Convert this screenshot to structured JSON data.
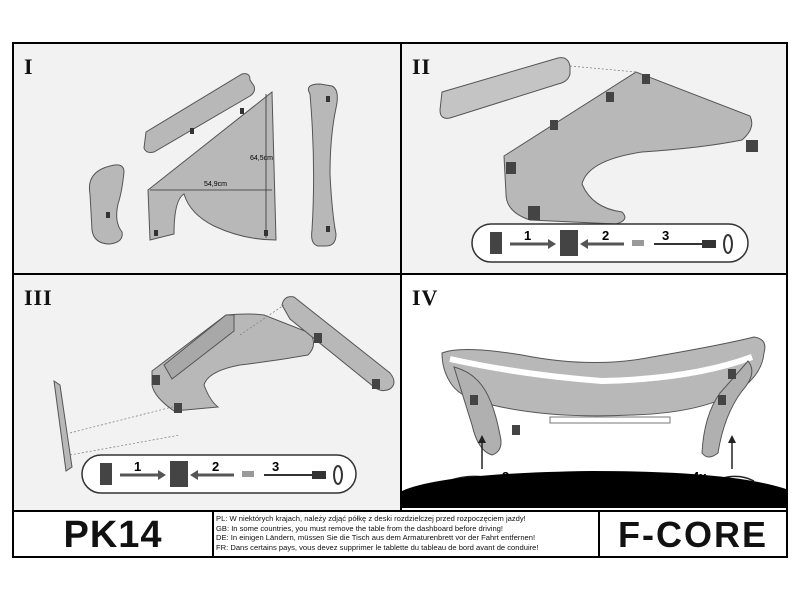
{
  "panels": [
    {
      "label": "I"
    },
    {
      "label": "II"
    },
    {
      "label": "III"
    },
    {
      "label": "IV"
    }
  ],
  "dimensions": {
    "width": "54,9cm",
    "height": "64,5cm"
  },
  "steps": [
    "1",
    "2",
    "3"
  ],
  "counts": {
    "left": "3x",
    "right": "4x"
  },
  "model": "PK14",
  "warnings": [
    "PL: W niektórych krajach, należy zdjąć półkę z deski rozdzielczej przed rozpoczęciem jazdy!",
    "GB: In some countries, you must remove the table from the dashboard before driving!",
    "DE: In einigen Ländern, müssen Sie die Tisch aus dem Armaturenbrett vor der Fahrt entfernen!",
    "FR: Dans certains pays, vous devez supprimer le tablette du tableau de bord avant de conduire!"
  ],
  "brand": "F-CORE",
  "colors": {
    "panel_bg": "#f2f2f2",
    "part_fill": "#b8b8b8",
    "border": "#000000"
  }
}
